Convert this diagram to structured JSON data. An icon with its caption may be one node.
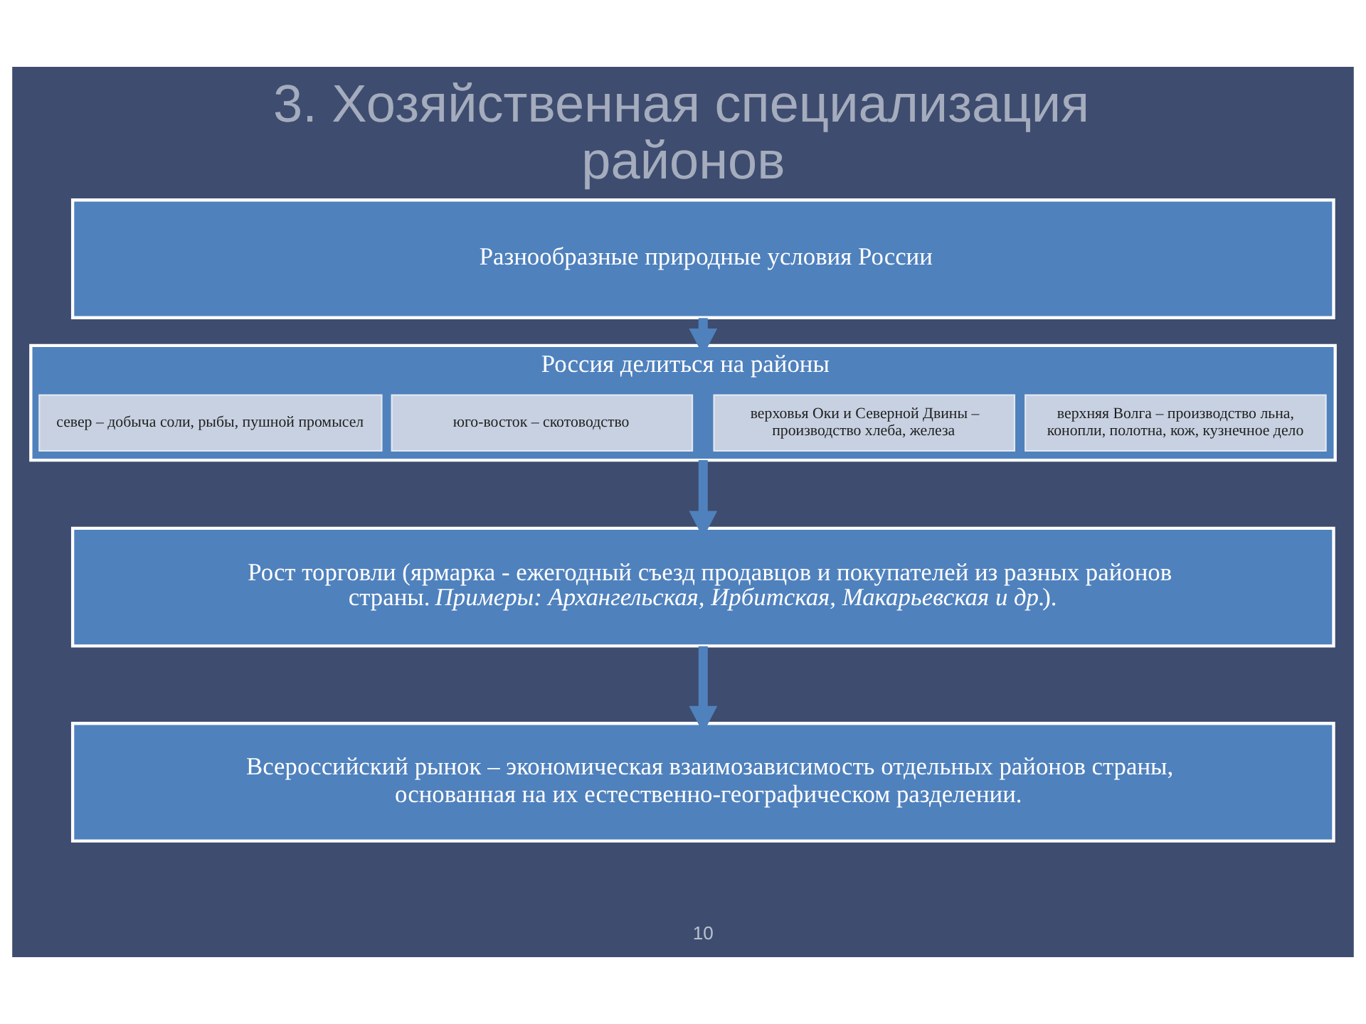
{
  "diagram": {
    "title": "3. Хозяйственная специализация районов",
    "nodes": [
      {
        "text": [
          "Разнообразные природные условия России"
        ]
      },
      {
        "text": [
          "Россия делиться на районы"
        ]
      },
      {
        "text": [
          "север – добыча соли, рыбы, пушной промысел"
        ],
        "in": 1
      },
      {
        "text": [
          "юго-восток – скотоводство"
        ],
        "in": 1
      },
      {
        "text": [
          "верховья Оки и Северной Двины – производство хлеба, железа"
        ],
        "in": 1
      },
      {
        "text": [
          "верхняя Волга – производство льна, конопли, полотна, кож, кузнечное дело"
        ],
        "in": 1
      },
      {
        "text": [
          "Рост торговли (ярмарка - ежегодный съезд продавцов и покупателей из разных районов страны. *Примеры: Архангельская, Ирбитская, Макарьевская и др.*)."
        ]
      },
      {
        "text": [
          "Всероссийский рынок – экономическая взаимозависимость отдельных районов страны, основанная на их естественно-географическом разделении."
        ]
      }
    ],
    "edges": [
      {
        "from": 0,
        "to": 1,
        "arrow": "to"
      },
      {
        "from": 1,
        "to": 6,
        "arrow": "to"
      },
      {
        "from": 6,
        "to": 7,
        "arrow": "to"
      }
    ],
    "labels": [
      "10"
    ]
  }
}
